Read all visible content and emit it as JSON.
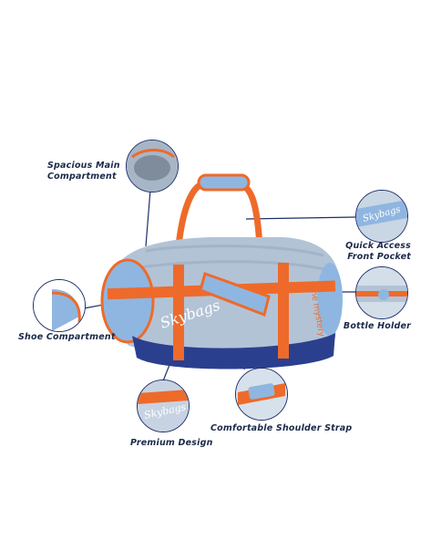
{
  "brand": {
    "name": "Skybags",
    "side_print": "Hine mystery"
  },
  "features": {
    "main_compartment": "Spacious Main\nCompartment",
    "front_pocket": "Quick Access\nFront Pocket",
    "shoe_compartment": "Shoe Compartment",
    "bottle_holder": "Bottle Holder",
    "shoulder_strap": "Comfortable Shoulder Strap",
    "premium_design": "Premium Design"
  },
  "colors": {
    "bag_light_blue": "#8fb6e0",
    "bag_grey": "#b3c3d6",
    "bag_navy": "#2b3f8f",
    "trim_orange": "#ee6a2a",
    "callout_border": "#1e2f6b"
  }
}
